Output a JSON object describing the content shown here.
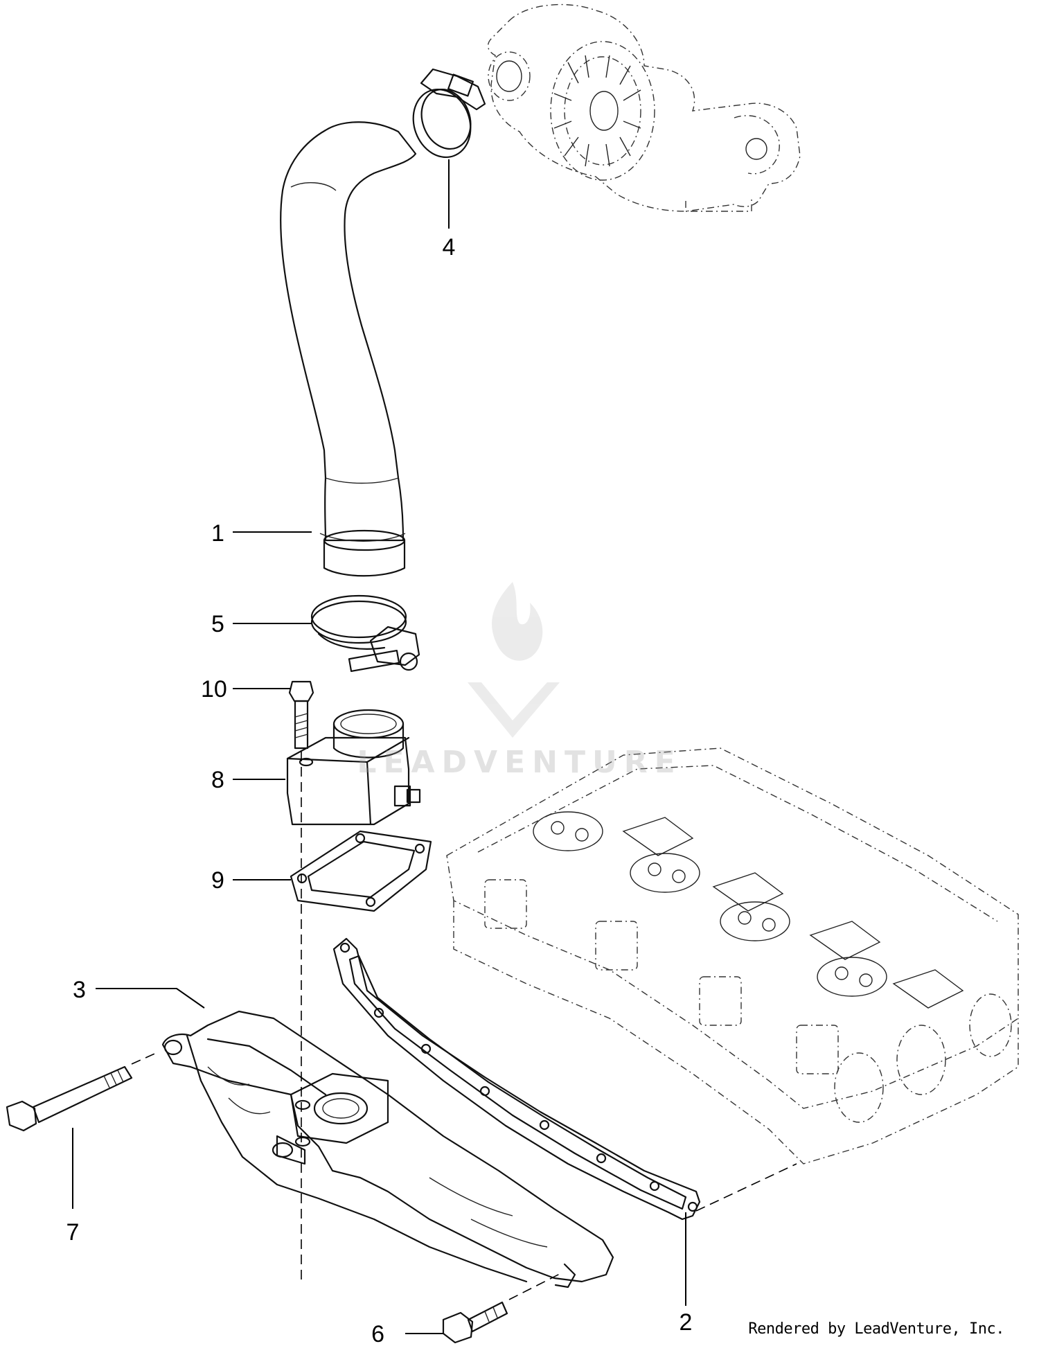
{
  "callouts": [
    {
      "label": "1",
      "part": "hose"
    },
    {
      "label": "2",
      "part": "gasket-manifold"
    },
    {
      "label": "3",
      "part": "intake-manifold"
    },
    {
      "label": "4",
      "part": "hose-clamp-upper"
    },
    {
      "label": "5",
      "part": "hose-clamp-lower"
    },
    {
      "label": "6",
      "part": "flange-bolt-short"
    },
    {
      "label": "7",
      "part": "flange-bolt-long"
    },
    {
      "label": "8",
      "part": "inlet-flange"
    },
    {
      "label": "9",
      "part": "gasket-flange"
    },
    {
      "label": "10",
      "part": "bolt"
    }
  ],
  "watermark": "LEADVENTURE",
  "credit": "Rendered by LeadVenture, Inc.",
  "colors": {
    "ink": "#111111",
    "background": "#ffffff",
    "watermark": "#a0a0a0"
  }
}
